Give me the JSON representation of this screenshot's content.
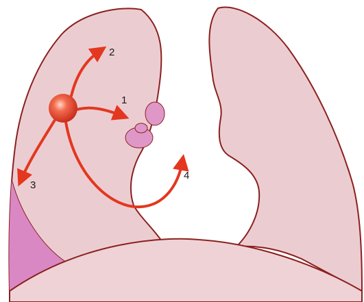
{
  "colors": {
    "lung_fill": "#ebcdd1",
    "lung_outline": "#8b1f1f",
    "lymph_node": "#df97c8",
    "pleural_effusion": "#d988c4",
    "tumor": "#e8402a",
    "arrow": "#e4371f",
    "diaphragm_fill": "#efd2d5"
  },
  "labels": [
    {
      "id": "1",
      "text": "1"
    },
    {
      "id": "2",
      "text": "2"
    },
    {
      "id": "3",
      "text": "3"
    },
    {
      "id": "4",
      "text": "4"
    }
  ]
}
